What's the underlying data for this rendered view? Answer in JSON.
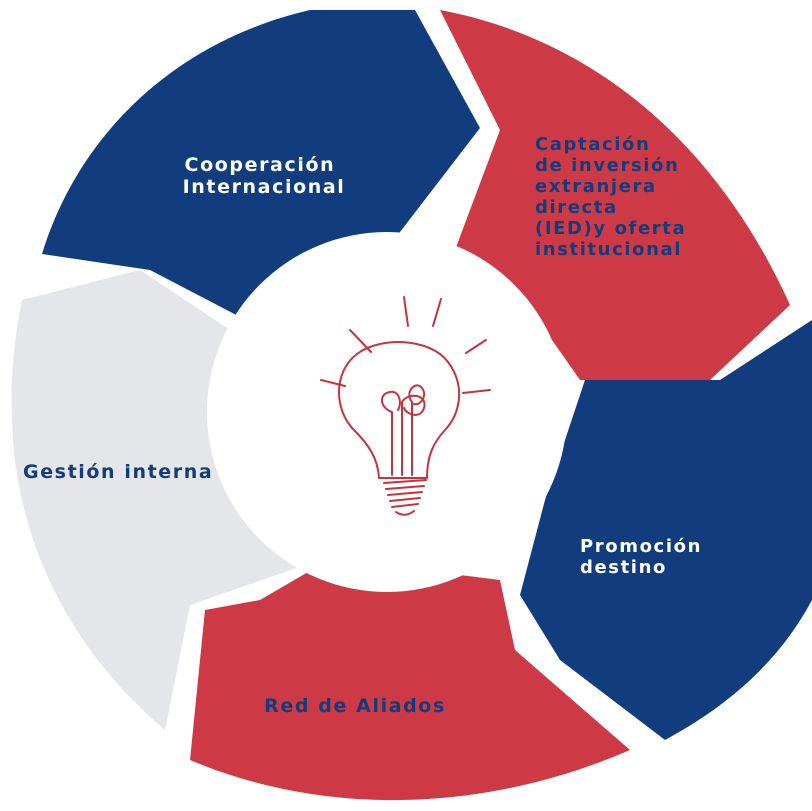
{
  "colors": {
    "navy": "#113d7e",
    "red": "#cd3a45",
    "light_gray": "#e4e6e9",
    "white": "#ffffff",
    "bulb_line": "#c7323c"
  },
  "center_icon": "lightbulb-icon",
  "segments": [
    {
      "id": "cooperacion",
      "lines": [
        "Cooperación",
        "Internacional"
      ],
      "fill": "navy",
      "text_color": "white"
    },
    {
      "id": "captacion",
      "lines": [
        "Captación",
        "de inversión",
        "extranjera",
        "directa",
        "(IED)y oferta",
        "institucional"
      ],
      "fill": "red",
      "text_color": "navy"
    },
    {
      "id": "promocion",
      "lines": [
        "Promoción",
        "destino"
      ],
      "fill": "navy",
      "text_color": "white"
    },
    {
      "id": "red-aliados",
      "lines": [
        "Red de Aliados"
      ],
      "fill": "red",
      "text_color": "navy"
    },
    {
      "id": "gestion",
      "lines": [
        "Gestión interna"
      ],
      "fill": "light_gray",
      "text_color": "navy"
    }
  ]
}
